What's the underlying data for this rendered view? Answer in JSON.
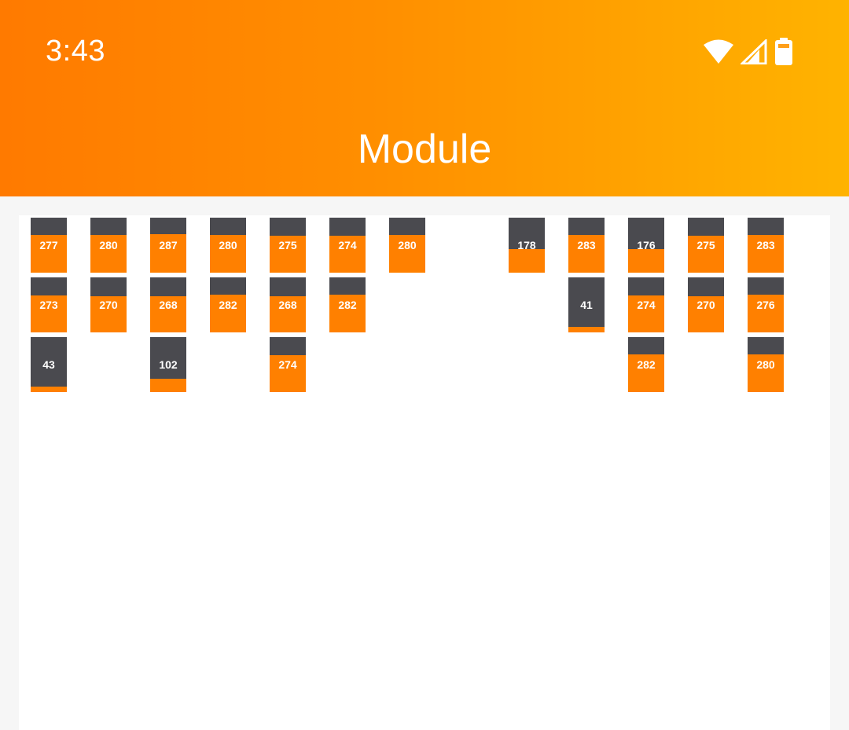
{
  "status_bar": {
    "time": "3:43",
    "icons": [
      "wifi-icon",
      "signal-icon",
      "battery-icon"
    ]
  },
  "app_bar": {
    "title": "Module"
  },
  "colors": {
    "header_start": "#ff7a00",
    "header_end": "#ffb300",
    "module_fill": "#ff8000",
    "module_empty": "#4a4a4f"
  },
  "modules": [
    {
      "col": 0,
      "row": 0,
      "value": "277",
      "level": 0.68
    },
    {
      "col": 1,
      "row": 0,
      "value": "280",
      "level": 0.69
    },
    {
      "col": 2,
      "row": 0,
      "value": "287",
      "level": 0.7
    },
    {
      "col": 3,
      "row": 0,
      "value": "280",
      "level": 0.69
    },
    {
      "col": 4,
      "row": 0,
      "value": "275",
      "level": 0.67
    },
    {
      "col": 5,
      "row": 0,
      "value": "274",
      "level": 0.67
    },
    {
      "col": 6,
      "row": 0,
      "value": "280",
      "level": 0.69
    },
    {
      "col": 8,
      "row": 0,
      "value": "178",
      "level": 0.43
    },
    {
      "col": 9,
      "row": 0,
      "value": "283",
      "level": 0.69
    },
    {
      "col": 10,
      "row": 0,
      "value": "176",
      "level": 0.43
    },
    {
      "col": 11,
      "row": 0,
      "value": "275",
      "level": 0.67
    },
    {
      "col": 12,
      "row": 0,
      "value": "283",
      "level": 0.69
    },
    {
      "col": 0,
      "row": 1,
      "value": "273",
      "level": 0.67
    },
    {
      "col": 1,
      "row": 1,
      "value": "270",
      "level": 0.66
    },
    {
      "col": 2,
      "row": 1,
      "value": "268",
      "level": 0.66
    },
    {
      "col": 3,
      "row": 1,
      "value": "282",
      "level": 0.69
    },
    {
      "col": 4,
      "row": 1,
      "value": "268",
      "level": 0.66
    },
    {
      "col": 5,
      "row": 1,
      "value": "282",
      "level": 0.69
    },
    {
      "col": 9,
      "row": 1,
      "value": "41",
      "level": 0.1
    },
    {
      "col": 10,
      "row": 1,
      "value": "274",
      "level": 0.67
    },
    {
      "col": 11,
      "row": 1,
      "value": "270",
      "level": 0.66
    },
    {
      "col": 12,
      "row": 1,
      "value": "276",
      "level": 0.68
    },
    {
      "col": 0,
      "row": 2,
      "value": "43",
      "level": 0.1
    },
    {
      "col": 2,
      "row": 2,
      "value": "102",
      "level": 0.24
    },
    {
      "col": 4,
      "row": 2,
      "value": "274",
      "level": 0.67
    },
    {
      "col": 10,
      "row": 2,
      "value": "282",
      "level": 0.69
    },
    {
      "col": 12,
      "row": 2,
      "value": "280",
      "level": 0.69
    }
  ]
}
